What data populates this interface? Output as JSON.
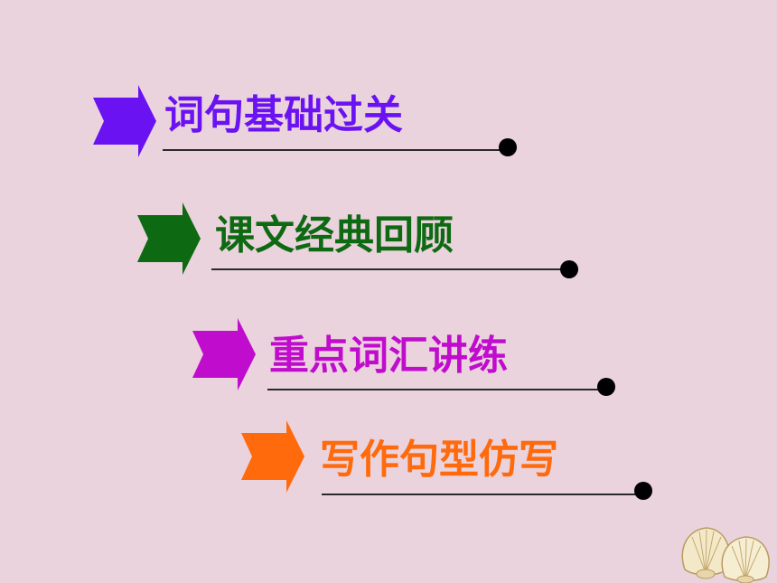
{
  "menu": [
    {
      "label": "词句基础过关",
      "color": "#6a12f2"
    },
    {
      "label": "课文经典回顾",
      "color": "#0e6a12"
    },
    {
      "label": "重点词汇讲练",
      "color": "#c00ccd"
    },
    {
      "label": "写作句型仿写",
      "color": "#ff6a0c"
    }
  ],
  "decoration": {
    "icon": "seashell-icon"
  }
}
